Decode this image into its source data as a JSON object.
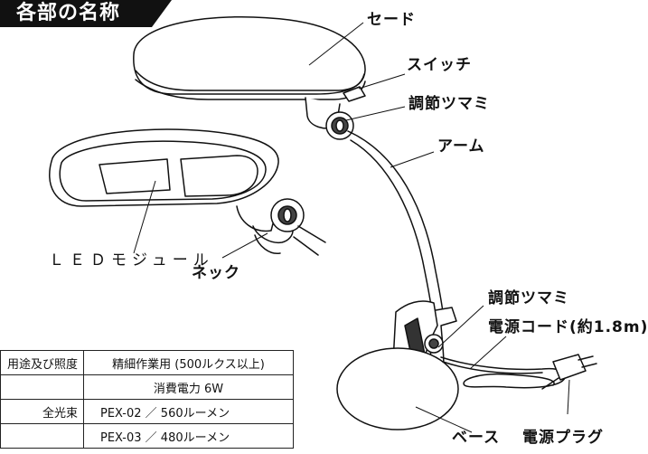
{
  "section_title": "各部の名称",
  "parts": {
    "shade": "セード",
    "switch": "スイッチ",
    "knob_top": "調節ツマミ",
    "arm": "アーム",
    "led_module": "ＬＥＤモジュール",
    "neck": "ネック",
    "knob_bottom": "調節ツマミ",
    "power_cord": "電源コード(約1.8m)",
    "base": "ベース",
    "power_plug": "電源プラグ"
  },
  "spec_table": {
    "row1_key": "用途及び照度",
    "row1_val": "精細作業用 (500ルクス以上)",
    "row2_val": "消費電力  6W",
    "row3_key": "全光束",
    "row3_val": "PEX-02 ／ 560ルーメン",
    "row4_val": "PEX-03 ／ 480ルーメン"
  }
}
